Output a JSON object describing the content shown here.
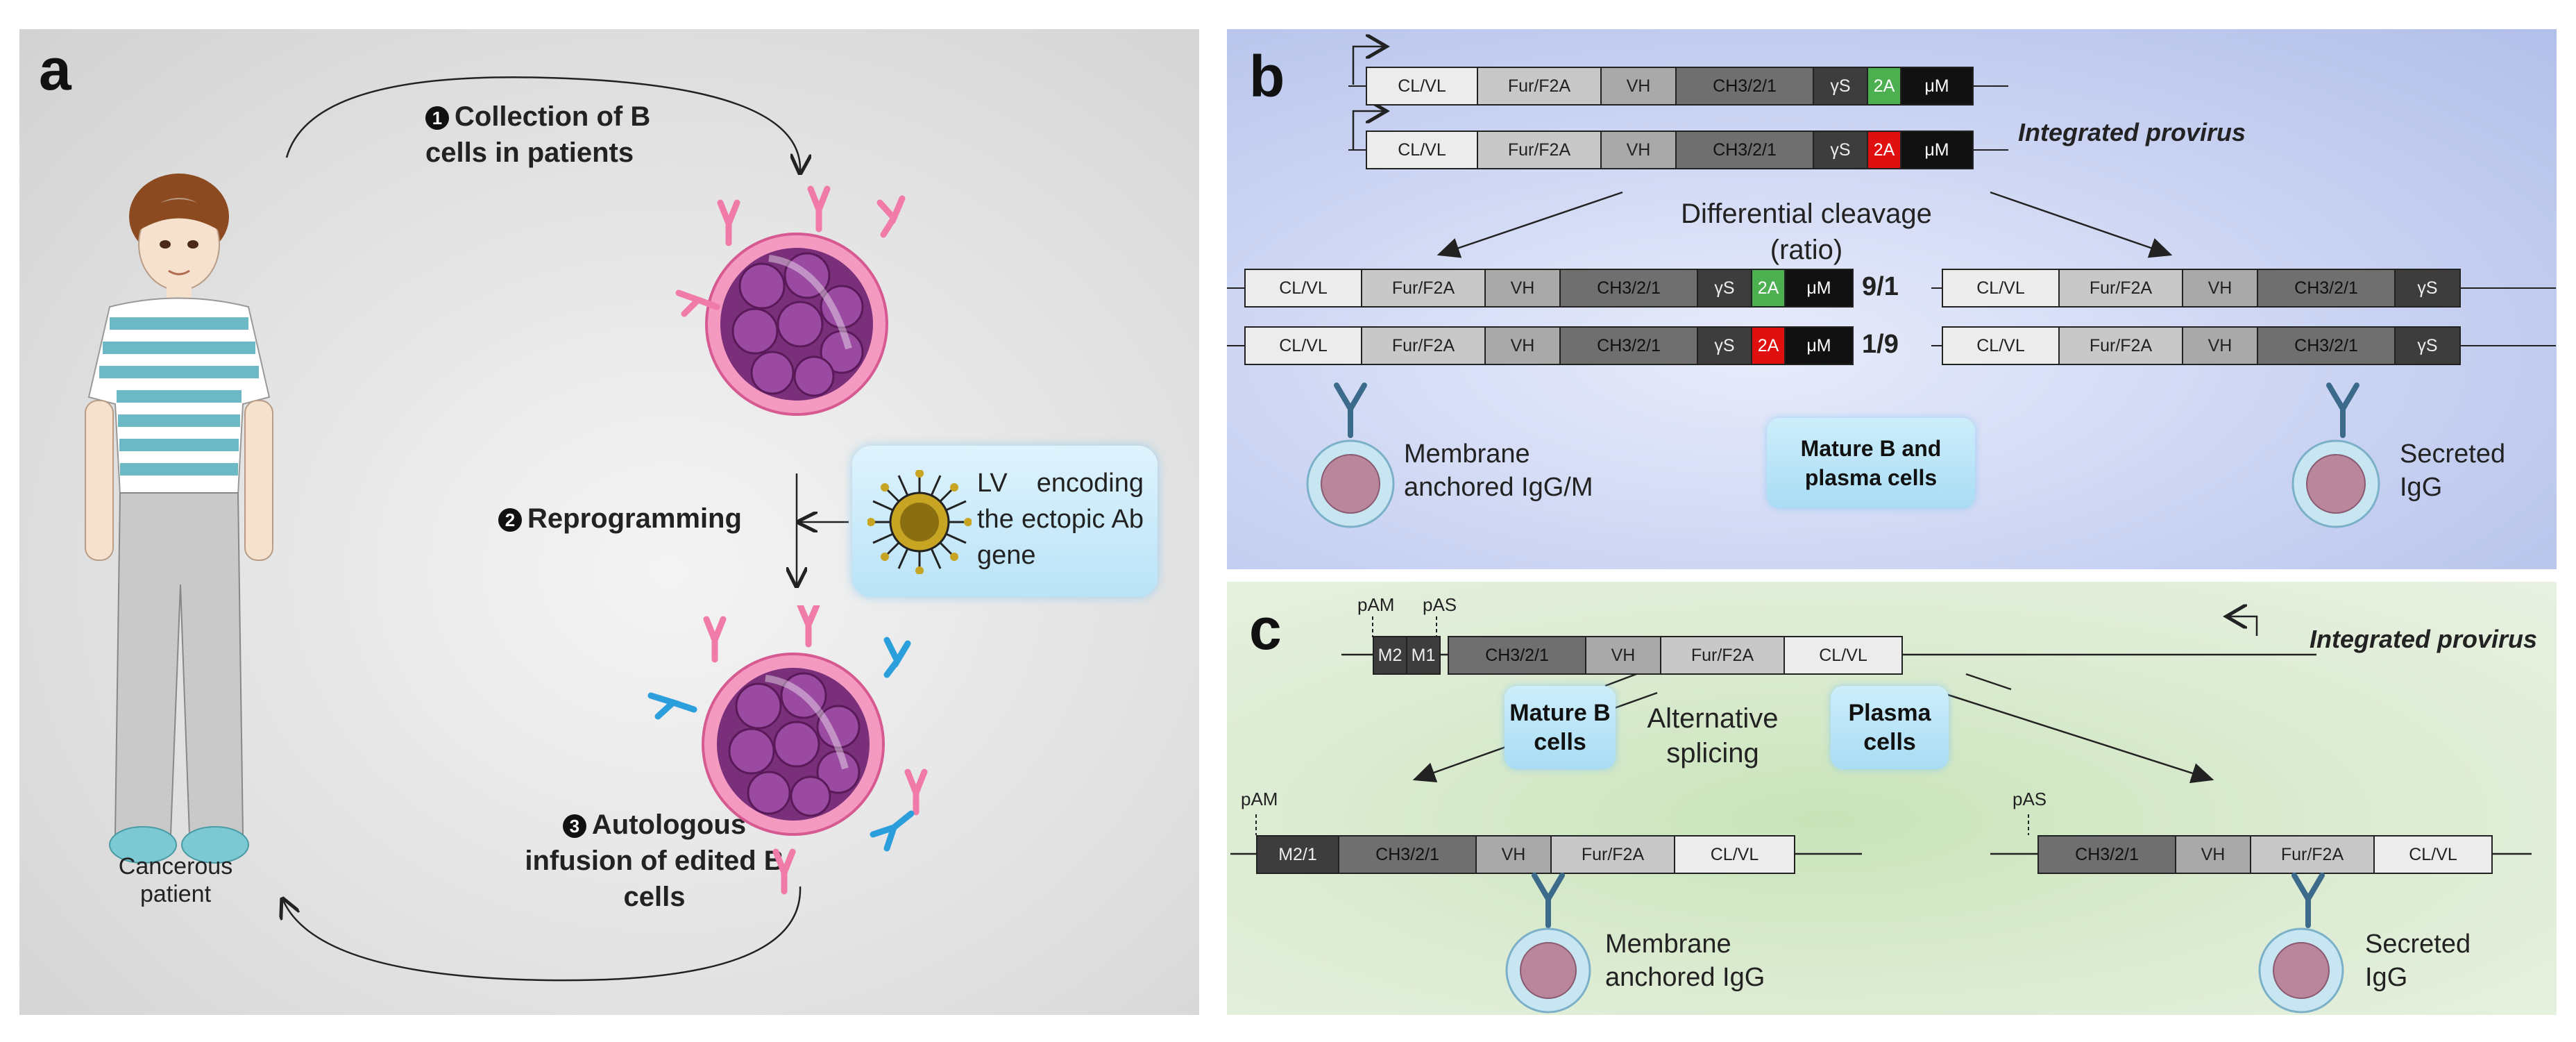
{
  "panel_a": {
    "letter": "a",
    "step1_num": "1",
    "step1_text": "Collection of B cells in patients",
    "step2_num": "2",
    "step2_text": "Reprogramming",
    "step3_num": "3",
    "step3_text": "Autologous infusion of edited B cells",
    "lv_text": "LV encoding the ectopic Ab gene",
    "patient_label": "Cancerous patient"
  },
  "panel_b": {
    "letter": "b",
    "integrated_label": "Integrated provirus",
    "cleavage_label": "Differential cleavage (ratio)",
    "ratio_top": "9/1",
    "ratio_bottom": "1/9",
    "segments": {
      "clvl": "CL/VL",
      "fur": "Fur/F2A",
      "vh": "VH",
      "ch": "CH3/2/1",
      "ys": "γS",
      "twoa": "2A",
      "um": "μM"
    },
    "center_box": "Mature B and plasma cells",
    "left_label": "Membrane anchored IgG/M",
    "right_label": "Secreted IgG"
  },
  "panel_c": {
    "letter": "c",
    "integrated_label": "Integrated provirus",
    "pam": "pAM",
    "pas": "pAS",
    "segments": {
      "m2": "M2",
      "m1": "M1",
      "ch": "CH3/2/1",
      "vh": "VH",
      "fur": "Fur/F2A",
      "clvl": "CL/VL",
      "m21": "M2/1"
    },
    "splicing_label": "Alternative splicing",
    "mature_box": "Mature B cells",
    "plasma_box": "Plasma cells",
    "left_label": "Membrane anchored IgG",
    "right_label": "Secreted IgG"
  },
  "colors": {
    "green_2a": "#4caf50",
    "red_2a": "#e01010",
    "bubble": "#a9dcf4",
    "antibody_pink": "#f07aa8",
    "antibody_blue": "#2b9fdc"
  }
}
